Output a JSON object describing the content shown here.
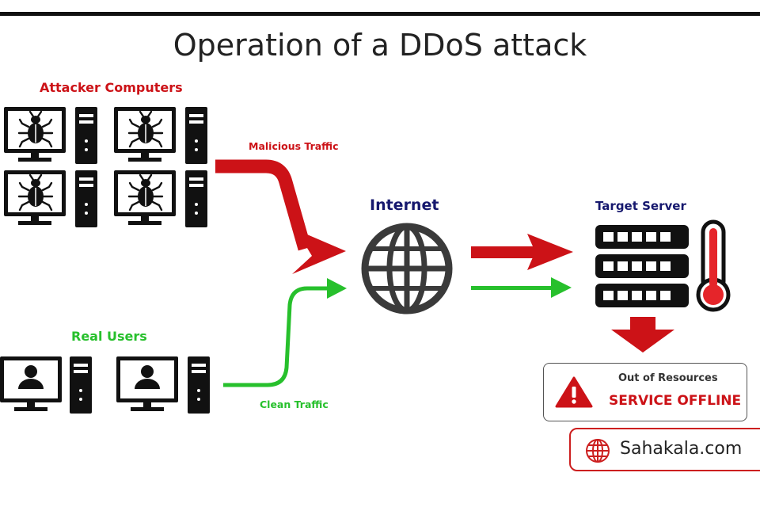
{
  "title": "Operation of a DDoS attack",
  "labels": {
    "attackers": "Attacker Computers",
    "malicious_traffic": "Malicious Traffic",
    "internet": "Internet",
    "target_server": "Target Server",
    "real_users": "Real Users",
    "clean_traffic": "Clean Traffic"
  },
  "status": {
    "subtitle": "Out of Resources",
    "message": "SERVICE OFFLINE"
  },
  "watermark": {
    "text": "Sahakala.com"
  },
  "icons": {
    "attacker": "bug-icon",
    "user": "user-icon",
    "tower": "pc-tower-icon",
    "internet": "globe-icon",
    "server": "server-rack-icon",
    "thermometer": "thermometer-icon",
    "warning": "warning-triangle-icon",
    "watermark": "globe-icon"
  },
  "colors": {
    "malicious": "#cc1217",
    "clean": "#27c02c",
    "navy": "#16186e",
    "dark": "#111111"
  }
}
